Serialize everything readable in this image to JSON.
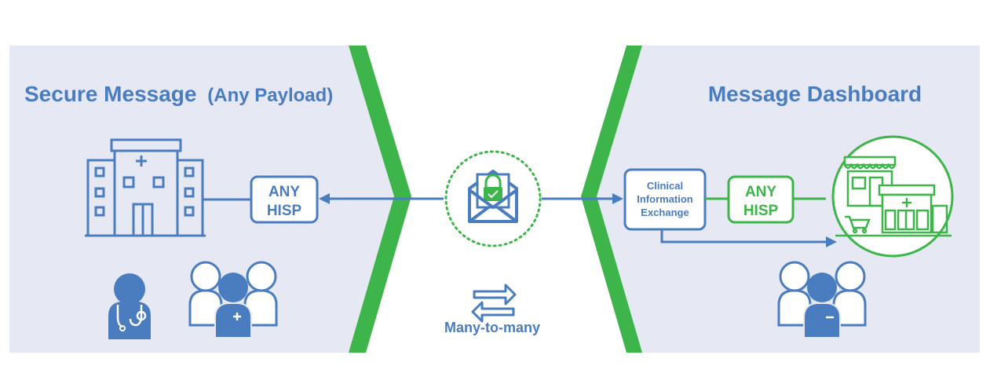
{
  "left_panel": {
    "title": "Secure Message",
    "title_suffix": "(Any Payload)",
    "hisp_line1": "ANY",
    "hisp_line2": "HISP"
  },
  "right_panel": {
    "title": "Message Dashboard",
    "cie_line1": "Clinical",
    "cie_line2": "Information",
    "cie_line3": "Exchange",
    "hisp_line1": "ANY",
    "hisp_line2": "HISP"
  },
  "center": {
    "caption": "Many-to-many"
  },
  "icons": {
    "hospital": "hospital-building-icon",
    "doctor": "doctor-icon",
    "care_team": "care-team-icon",
    "envelope": "secure-envelope-icon",
    "pharmacy": "pharmacy-store-icon",
    "staff": "pharmacy-staff-icon",
    "exchange": "bidirectional-arrows-icon"
  },
  "colors": {
    "panel_bg": "#e6e8f4",
    "blue": "#4a7cc0",
    "green": "#3db54a",
    "chevron_green": "#3db54a",
    "white": "#ffffff"
  }
}
